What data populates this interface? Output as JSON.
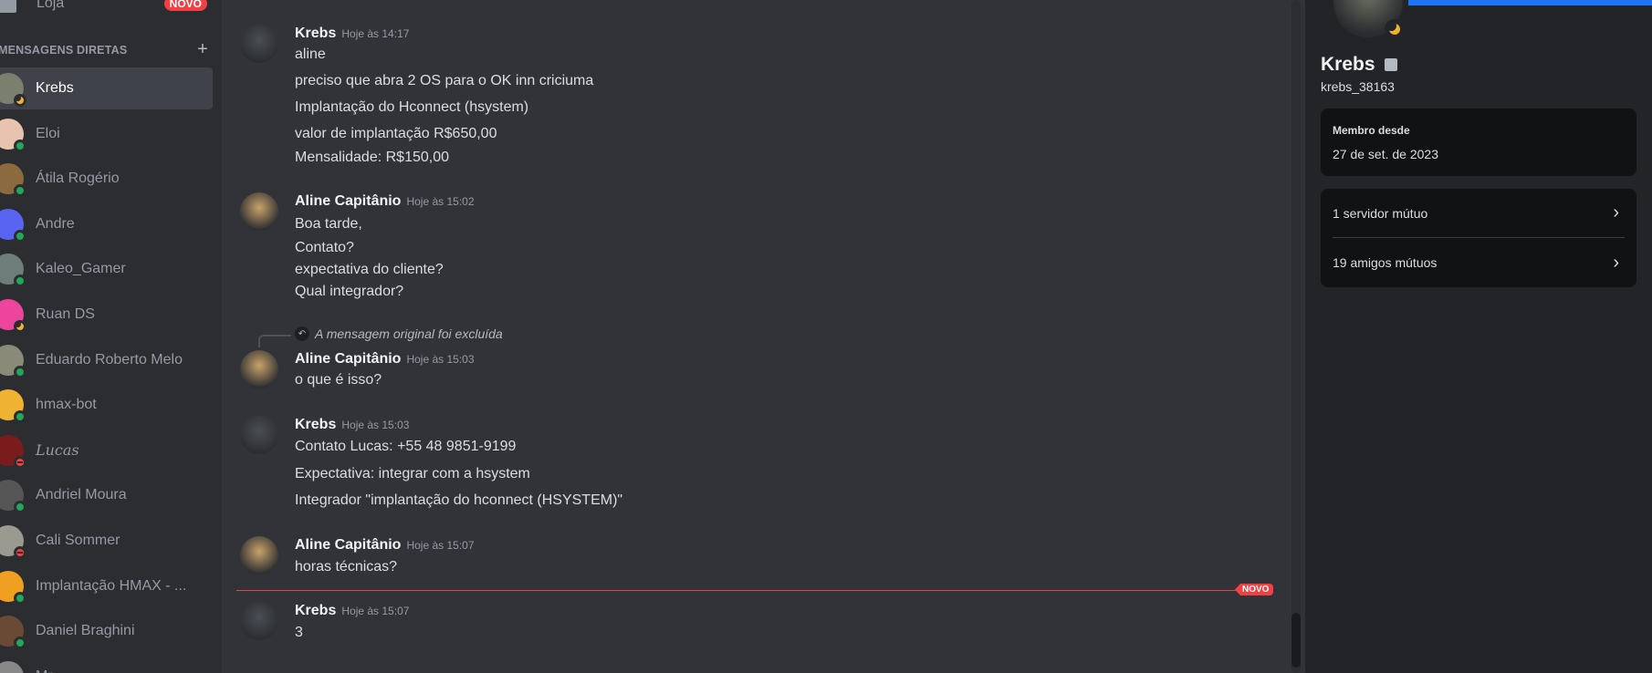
{
  "sidebar": {
    "store": {
      "label": "Loja",
      "badge": "NOVO"
    },
    "section_title": "MENSAGENS DIRETAS",
    "add_icon": "+",
    "dms": [
      {
        "name": "Krebs",
        "status": "idle"
      },
      {
        "name": "Eloi",
        "status": "online"
      },
      {
        "name": "Átila Rogério",
        "status": "online"
      },
      {
        "name": "Andre",
        "status": "online"
      },
      {
        "name": "Kaleo_Gamer",
        "status": "online"
      },
      {
        "name": "Ruan DS",
        "status": "idle"
      },
      {
        "name": "Eduardo Roberto Melo",
        "status": "online"
      },
      {
        "name": "hmax-bot",
        "status": "online"
      },
      {
        "name": "Lucas",
        "status": "dnd"
      },
      {
        "name": "Andriel Moura",
        "status": "online"
      },
      {
        "name": "Cali Sommer",
        "status": "dnd"
      },
      {
        "name": "Implantação HMAX - ...",
        "status": "online"
      },
      {
        "name": "Daniel Braghini",
        "status": "online"
      },
      {
        "name": "Mr...",
        "status": "online"
      }
    ]
  },
  "chat": {
    "messages": [
      {
        "author": "Krebs",
        "time": "Hoje às 14:17",
        "lines": [
          "aline",
          "preciso que abra 2 OS para o OK inn criciuma",
          "Implantação do Hconnect (hsystem)",
          "valor de implantação R$650,00",
          "Mensalidade: R$150,00"
        ]
      },
      {
        "author": "Aline Capitânio",
        "time": "Hoje às 15:02",
        "lines": [
          "Boa tarde,",
          "Contato?",
          "expectativa do cliente?",
          "Qual integrador?"
        ]
      },
      {
        "author": "Aline Capitânio",
        "time": "Hoje às 15:03",
        "reply": "A mensagem original foi excluída",
        "lines": [
          "o que é isso?"
        ]
      },
      {
        "author": "Krebs",
        "time": "Hoje às 15:03",
        "lines": [
          "Contato Lucas: +55 48 9851-9199",
          "Expectativa: integrar com a hsystem",
          "Integrador \"implantação do hconnect (HSYSTEM)\""
        ]
      },
      {
        "author": "Aline Capitânio",
        "time": "Hoje às 15:07",
        "lines": [
          "horas técnicas?"
        ]
      },
      {
        "author": "Krebs",
        "time": "Hoje às 15:07",
        "lines": [
          "3"
        ]
      }
    ],
    "new_divider": "NOVO"
  },
  "profile": {
    "display_name": "Krebs",
    "username": "krebs_38163",
    "status": "idle",
    "member_since_label": "Membro desde",
    "member_since": "27 de set. de 2023",
    "mutual_servers": "1 servidor mútuo",
    "mutual_friends": "19 amigos mútuos",
    "banner_color": "#1e74f5"
  }
}
